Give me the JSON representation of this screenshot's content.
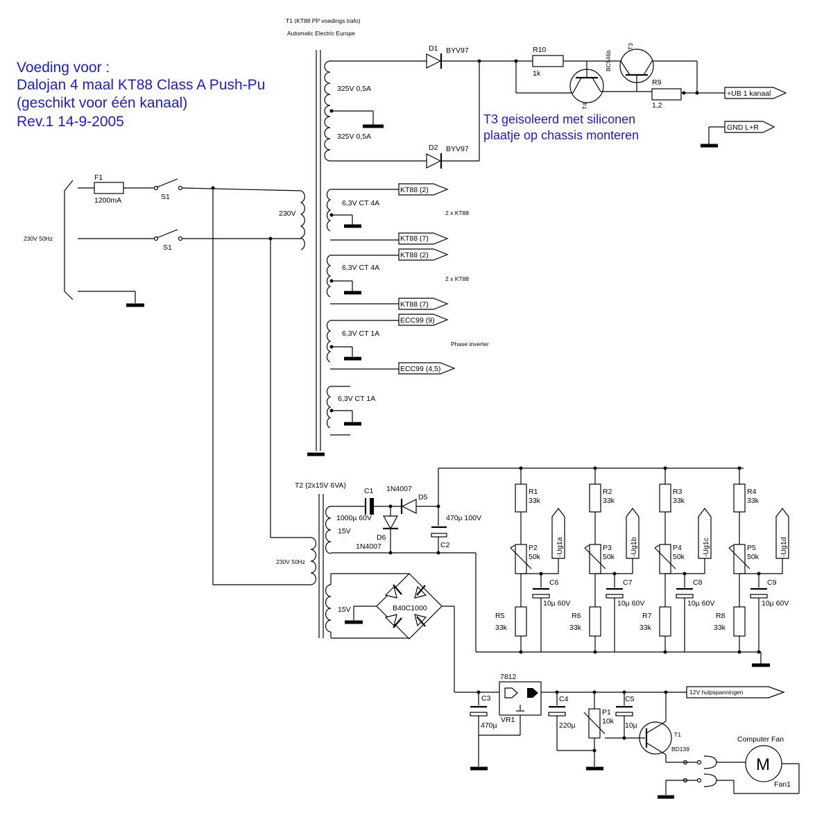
{
  "title": {
    "line1": "Voeding voor :",
    "line2": "Dalojan 4 maal KT88 Class A Push-Pu",
    "line3": "(geschikt voor één kanaal)",
    "line4": "Rev.1 14-9-2005"
  },
  "note": {
    "line1": "T3 geisoleerd met siliconen",
    "line2": "plaatje op chassis monteren"
  },
  "t1": {
    "line1": "T1 (KT88 PP voedings trafo)",
    "line2": "Automatic Electric Europe",
    "primary": "230V"
  },
  "secondary": {
    "hv_upper": "325V 0,5A",
    "hv_lower": "325V 0,5A",
    "fil1": "6,3V CT 4A",
    "fil2": "6,3V CT 4A",
    "fil3": "6,3V CT 1A",
    "fil4": "6,3V CT 1A"
  },
  "diodes": {
    "d1": "D1",
    "d1_type": "BYV97",
    "d2": "D2",
    "d2_type": "BYV97"
  },
  "regulator_hv": {
    "r10": "R10",
    "r10_val": "1k",
    "r9": "R9",
    "r9_val": "1,2",
    "t3": "T3",
    "t4": "T4",
    "t4_type": "BC546b"
  },
  "connectors": {
    "ub": "+UB 1 kanaal",
    "gnd": "GND L+R",
    "kt88_a1": "KT88 (2)",
    "kt88_a2": "KT88 (7)",
    "kt88_b1": "KT88 (2)",
    "kt88_b2": "KT88 (7)",
    "ecc_1": "ECC99 (9)",
    "ecc_2": "ECC99 (4,5)",
    "hulp": "12V hulpspanningen"
  },
  "group_labels": {
    "kt88_a": "2 x KT88",
    "kt88_b": "2 x KT88",
    "phase": "Phase inverter"
  },
  "mains": {
    "input": "230V 50Hz",
    "f1": "F1",
    "f1_val": "1200mA",
    "s1_top": "S1",
    "s1_bot": "S1"
  },
  "t2": {
    "label": "T2 (2x15V 6VA)",
    "primary": "230V 50Hz",
    "sec1": "15V",
    "sec2": "15V"
  },
  "bias": {
    "c1": "C1",
    "c1_val": "1000µ 60V",
    "d5": "D5",
    "d5_type": "1N4007",
    "d6": "D6",
    "d6_type": "1N4007",
    "c2": "C2",
    "c2_val": "470µ 100V",
    "r1": "R1",
    "r2": "R2",
    "r3": "R3",
    "r4": "R4",
    "r_top_val": "33k",
    "p2": "P2",
    "p3": "P3",
    "p4": "P4",
    "p5": "P5",
    "p_val": "50k",
    "c6": "C6",
    "c7": "C7",
    "c8": "C8",
    "c9": "C9",
    "c_val": "10µ 60V",
    "r5": "R5",
    "r6": "R6",
    "r7": "R7",
    "r8": "R8",
    "r_bot_val": "33k",
    "ug1a": "-Ug1a",
    "ug1b": "-Ug1b",
    "ug1c": "-Ug1c",
    "ug1d": "-Ug1d"
  },
  "lv": {
    "bridge": "B40C1000",
    "vr_type": "7812",
    "vr": "VR1",
    "c3": "C3",
    "c3_val": "470µ",
    "c4": "C4",
    "c4_val": "220µ",
    "c5": "C5",
    "c5_val": "10µ",
    "p1": "P1",
    "p1_val": "10k",
    "t1": "T1",
    "t1_type": "BD139",
    "fan": "Computer Fan",
    "fan_ref": "Fan1",
    "motor": "M"
  },
  "colors": {
    "ink": "#000000",
    "accent": "#1a1adc",
    "background": "#ffffff"
  }
}
